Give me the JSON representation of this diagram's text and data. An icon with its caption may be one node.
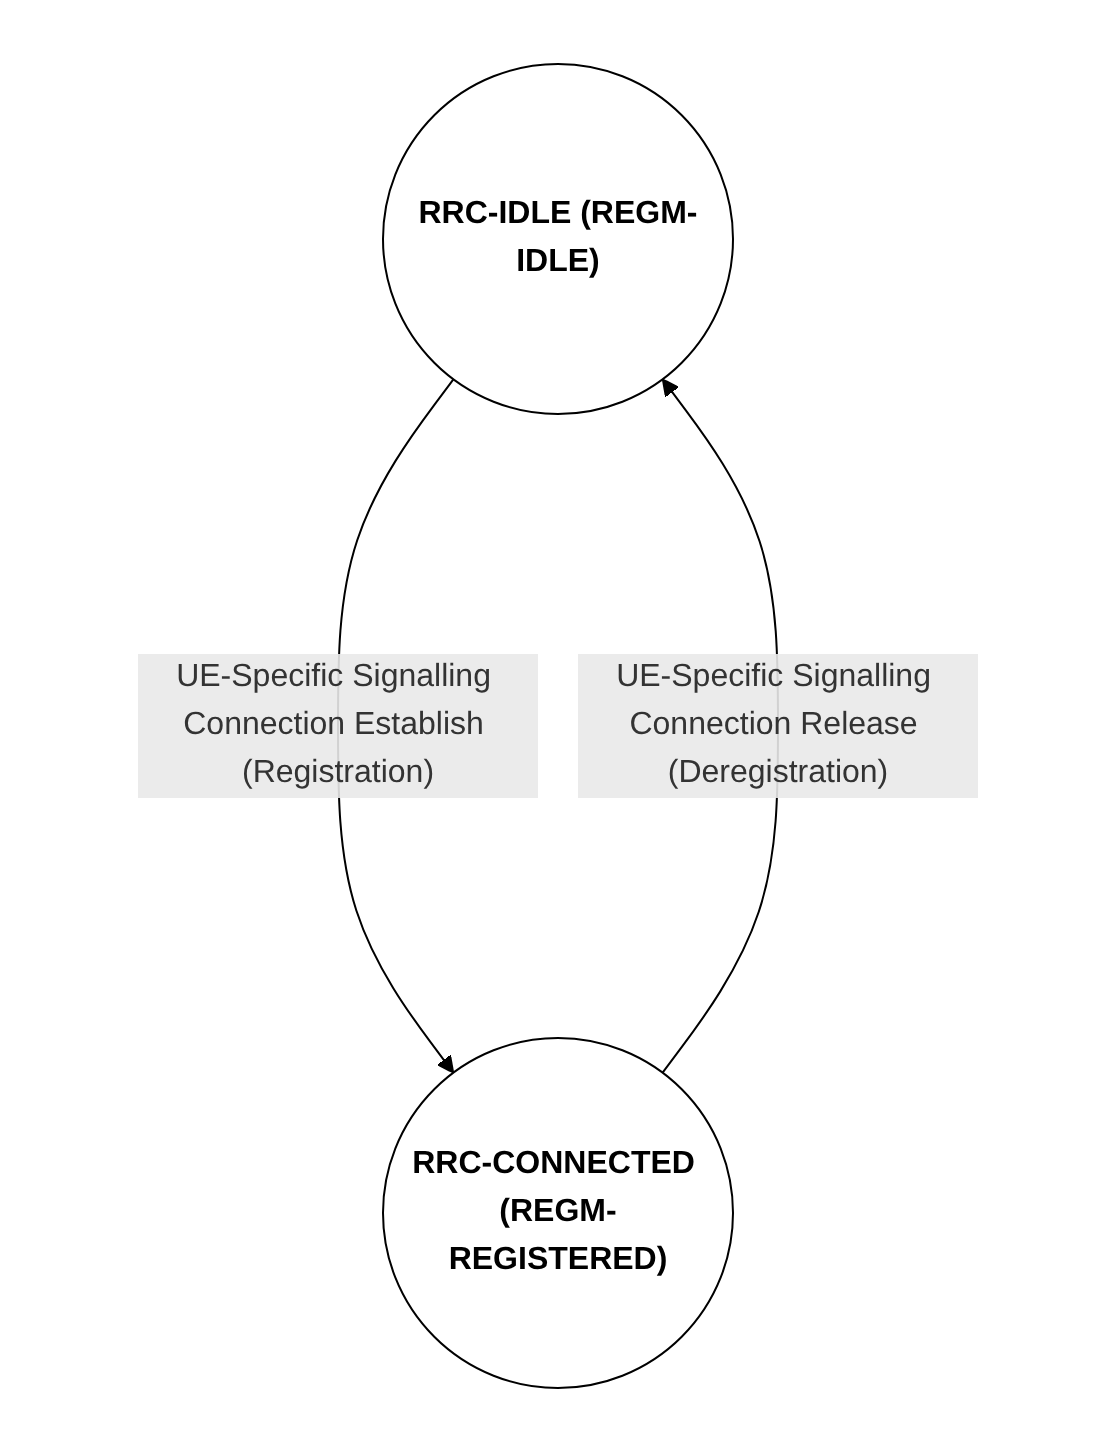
{
  "diagram": {
    "nodes": [
      {
        "text": [
          "RRC-IDLE (REGM-IDLE)"
        ]
      },
      {
        "text": [
          "RRC-CONNECTED (REGM-REGISTERED)"
        ]
      }
    ],
    "edges": [
      {
        "from": 0,
        "to": 1,
        "arrow": "to",
        "label": "UE-Specific Signalling Connection Establish (Registration)"
      },
      {
        "from": 1,
        "to": 0,
        "arrow": "to",
        "label": "UE-Specific Signalling Connection Release (Deregistration)"
      }
    ]
  }
}
